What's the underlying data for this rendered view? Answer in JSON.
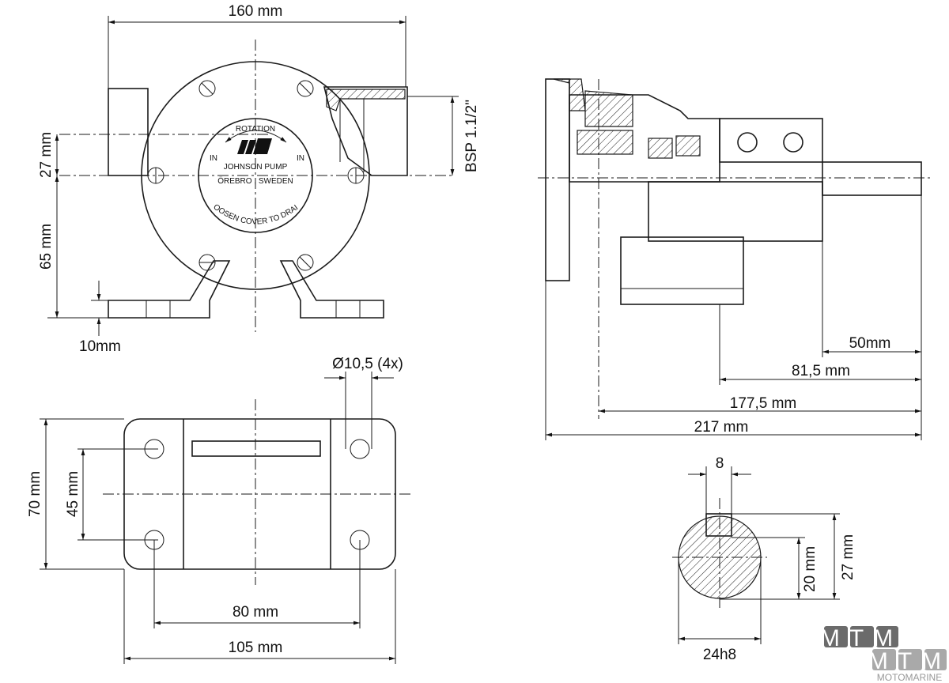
{
  "front_view": {
    "width_dim": "160 mm",
    "height_upper_dim": "27 mm",
    "height_lower_dim": "65 mm",
    "foot_dim": "10mm",
    "port_dim": "BSP  1.1/2\"",
    "face": {
      "rotation": "ROTATION",
      "in_left": "IN",
      "in_right": "IN",
      "brand": "JOHNSON PUMP",
      "location": "ÖREBRO , SWEDEN",
      "drain_note": "LOOSEN COVER TO DRAIN"
    }
  },
  "base_view": {
    "hole_dim": "Ø10,5 (4x)",
    "height_dim": "70 mm",
    "hole_spacing_v": "45 mm",
    "hole_spacing_h": "80 mm",
    "width_dim": "105 mm"
  },
  "side_view": {
    "dims": [
      "50mm",
      "81,5 mm",
      "177,5 mm",
      "217 mm"
    ]
  },
  "shaft_section": {
    "key_width": "8",
    "height_dim": "27 mm",
    "flat_dim": "20 mm",
    "diameter_dim": "24h8"
  },
  "watermark": {
    "logo_top": "MTM",
    "logo_bottom": "MTM",
    "brand": "MOTOMARINE"
  }
}
